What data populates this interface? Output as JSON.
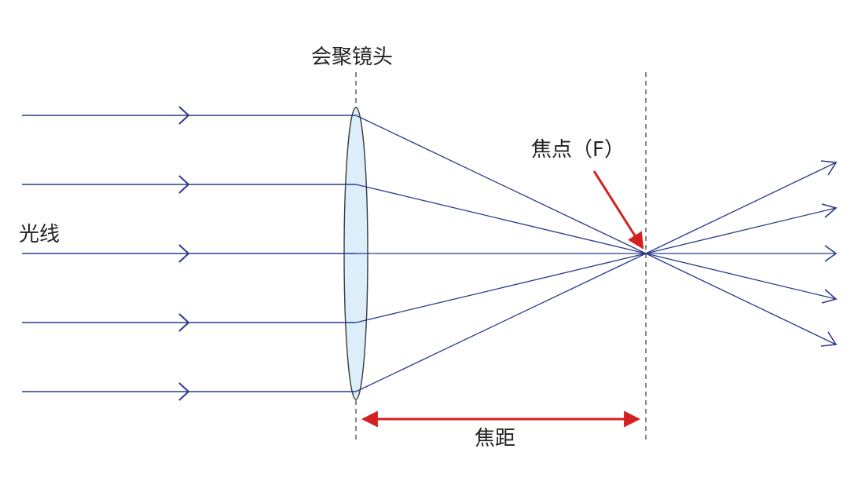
{
  "labels": {
    "lens": "会聚镜头",
    "focal_point": "焦点（F）",
    "light_rays": "光线",
    "focal_length": "焦距"
  },
  "colors": {
    "ray": "#2b3a8c",
    "lens_fill": "#dbeefa",
    "lens_stroke": "#3a3a3a",
    "dashed": "#444444",
    "accent_red": "#d42020"
  },
  "rays": {
    "count": 5
  }
}
